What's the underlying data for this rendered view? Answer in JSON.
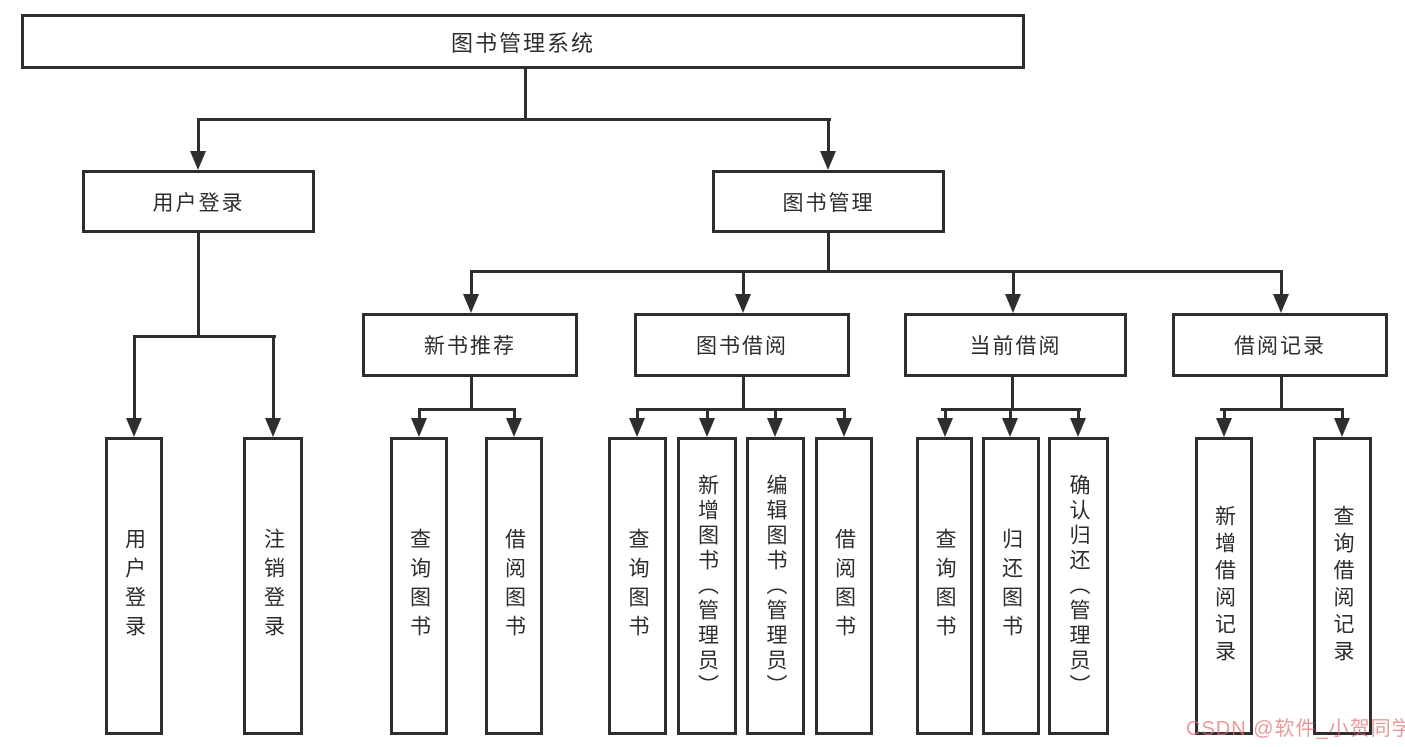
{
  "diagram": {
    "root": "图书管理系统",
    "children": [
      {
        "label": "用户登录",
        "children": [
          "用户登录",
          "注销登录"
        ]
      },
      {
        "label": "图书管理",
        "children": [
          {
            "label": "新书推荐",
            "children": [
              "查询图书",
              "借阅图书"
            ]
          },
          {
            "label": "图书借阅",
            "children": [
              "查询图书",
              "新增图书（管理员）",
              "编辑图书（管理员）",
              "借阅图书"
            ]
          },
          {
            "label": "当前借阅",
            "children": [
              "查询图书",
              "归还图书",
              "确认归还（管理员）"
            ]
          },
          {
            "label": "借阅记录",
            "children": [
              "新增借阅记录",
              "查询借阅记录"
            ]
          }
        ]
      }
    ],
    "watermark": "CSDN @软件_小贺同学",
    "colors": {
      "line": "#2e2e2e",
      "text": "#2d2d2d",
      "box_background": "#ffffff",
      "watermark": "#e06e6e"
    }
  }
}
